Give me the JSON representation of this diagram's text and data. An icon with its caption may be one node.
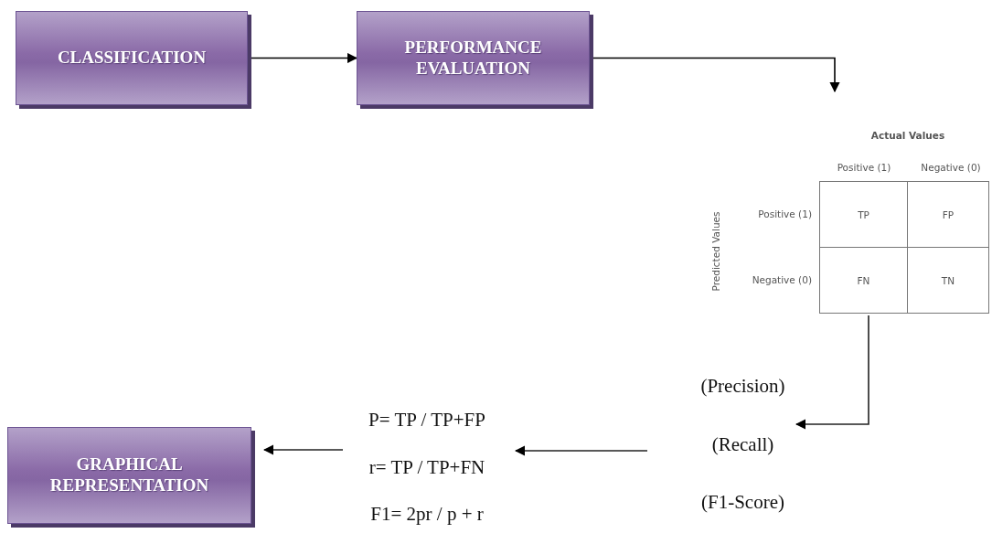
{
  "diagram": {
    "nodes": [
      {
        "text": [
          "CLASSIFICATION"
        ]
      },
      {
        "text": [
          "PERFORMANCE EVALUATION"
        ]
      },
      {
        "text": [
          "Actual Values",
          "Positive (1)",
          "Negative (0)",
          "Predicted Values",
          "Positive (1)",
          "Negative (0)",
          "TP",
          "FP",
          "FN",
          "TN"
        ]
      },
      {
        "text": [
          "(Precision)",
          "(Recall)",
          "(F1-Score)"
        ]
      },
      {
        "text": [
          "P= TP / TP+FP",
          "r= TP / TP+FN",
          "F1= 2pr / p + r"
        ]
      },
      {
        "text": [
          "GRAPHICAL REPRESENTATION"
        ]
      }
    ],
    "edges": [
      {
        "from": 0,
        "to": 1,
        "arrow": "to"
      },
      {
        "from": 1,
        "to": 2,
        "arrow": "to"
      },
      {
        "from": 2,
        "to": 3,
        "arrow": "to"
      },
      {
        "from": 3,
        "to": 4,
        "arrow": "to"
      },
      {
        "from": 4,
        "to": 5,
        "arrow": "to"
      }
    ]
  }
}
